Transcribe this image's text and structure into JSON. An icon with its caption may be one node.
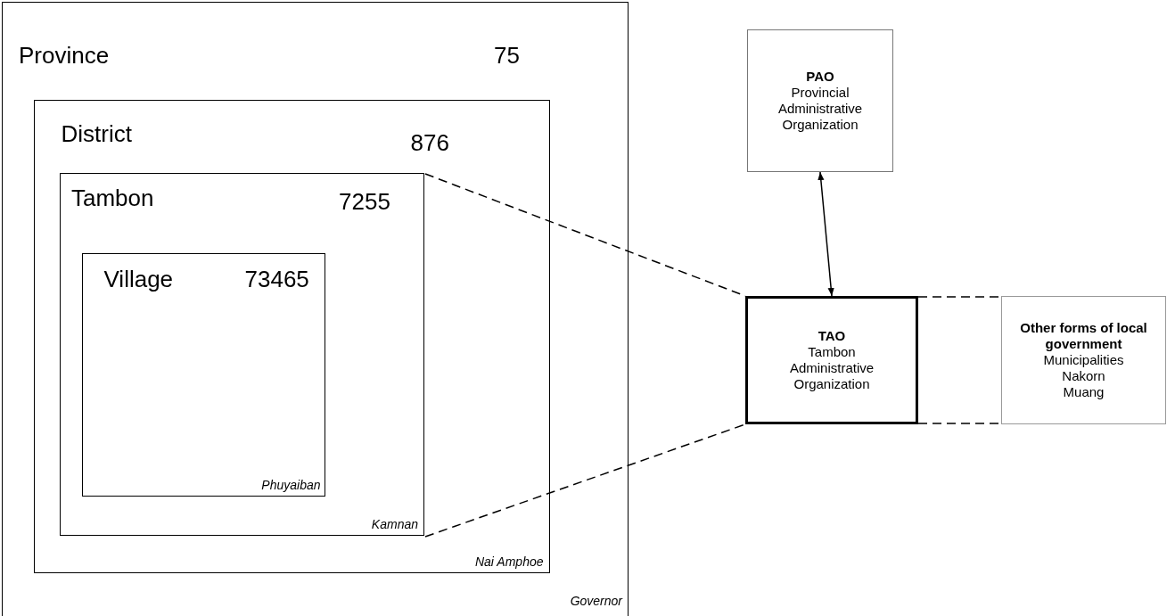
{
  "diagram": {
    "nodes": [
      {
        "text": [
          "Province",
          "75",
          "Governor"
        ]
      },
      {
        "text": [
          "District",
          "876",
          "Nai Amphoe"
        ],
        "in": 0
      },
      {
        "text": [
          "Tambon",
          "7255",
          "Kamnan"
        ],
        "in": 1
      },
      {
        "text": [
          "Village",
          "73465",
          "Phuyaiban"
        ],
        "in": 2
      },
      {
        "text": [
          "PAO",
          "Provincial Administrative Organization"
        ]
      },
      {
        "text": [
          "TAO",
          "Tambon Administrative Organization"
        ]
      },
      {
        "text": [
          "Other forms of local government",
          "Municipalities",
          "Nakorn",
          "Muang"
        ]
      }
    ],
    "edges": [
      {
        "from": 4,
        "to": 5,
        "arrow": "both"
      },
      {
        "from": 2,
        "to": 5,
        "arrow": "none",
        "style": "dashed"
      },
      {
        "from": 2,
        "to": 5,
        "arrow": "none",
        "style": "dashed"
      },
      {
        "from": 5,
        "to": 6,
        "arrow": "none",
        "style": "dashed"
      },
      {
        "from": 5,
        "to": 6,
        "arrow": "none",
        "style": "dashed"
      }
    ]
  }
}
